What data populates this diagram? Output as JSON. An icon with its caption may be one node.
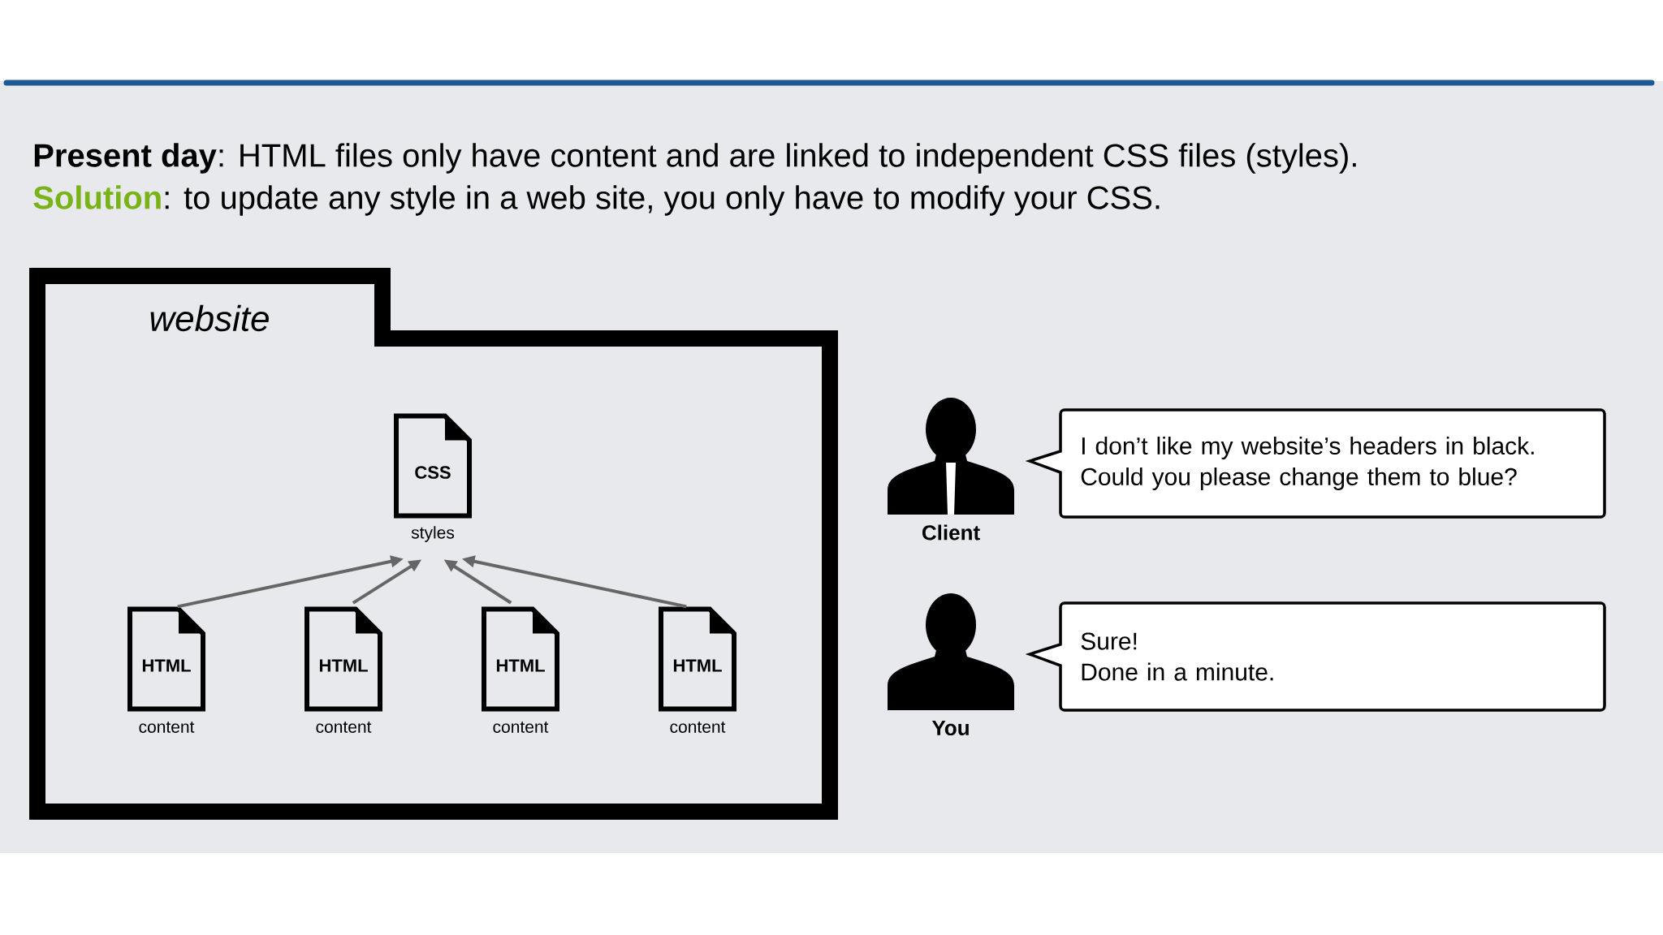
{
  "diagram": {
    "nodes": [
      {
        "text": [
          "website"
        ]
      },
      {
        "text": [
          "CSS"
        ],
        "beside": [
          "styles"
        ],
        "in": 0
      },
      {
        "text": [
          "HTML"
        ],
        "beside": [
          "content"
        ],
        "in": 0
      },
      {
        "text": [
          "HTML"
        ],
        "beside": [
          "content"
        ],
        "in": 0
      },
      {
        "text": [
          "HTML"
        ],
        "beside": [
          "content"
        ],
        "in": 0
      },
      {
        "text": [
          "HTML"
        ],
        "beside": [
          "content"
        ],
        "in": 0
      },
      {
        "text": [],
        "shape": "person",
        "beside": [
          "Client"
        ]
      },
      {
        "text": [
          "I don’t like my website’s headers in black. Could you please change them to blue?"
        ]
      },
      {
        "text": [],
        "shape": "person",
        "beside": [
          "You"
        ]
      },
      {
        "text": [
          "Sure!",
          "Done in a minute."
        ]
      }
    ],
    "edges": [
      {
        "from": 2,
        "to": 1,
        "arrow": "to"
      },
      {
        "from": 3,
        "to": 1,
        "arrow": "to"
      },
      {
        "from": 4,
        "to": 1,
        "arrow": "to"
      },
      {
        "from": 5,
        "to": 1,
        "arrow": "to"
      }
    ],
    "labels": [
      "**Present day**: HTML files only have content and are linked to independent CSS files (styles).",
      "**Solution**: to update any style in a web site, you only have to modify your CSS."
    ]
  }
}
